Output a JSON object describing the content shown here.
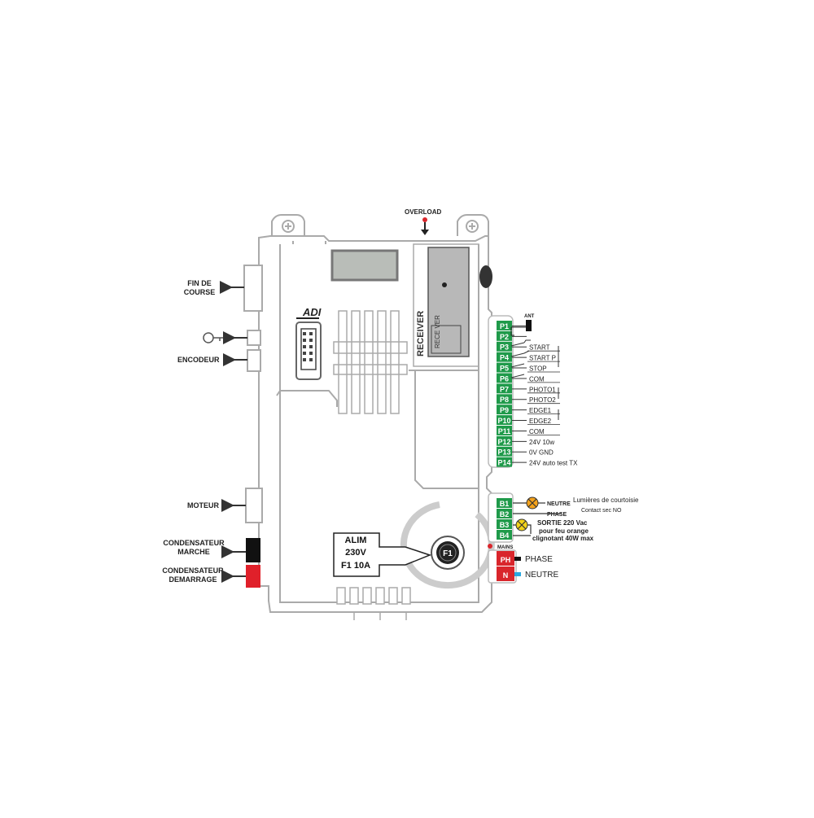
{
  "labels": {
    "overload": "OVERLOAD",
    "fin_de_course_1": "FIN DE",
    "fin_de_course_2": "COURSE",
    "encodeur": "ENCODEUR",
    "moteur": "MOTEUR",
    "cond_marche_1": "CONDENSATEUR",
    "cond_marche_2": "MARCHE",
    "cond_demarrage_1": "CONDENSATEUR",
    "cond_demarrage_2": "DEMARRAGE",
    "brand": "ADI",
    "receiver": "RECEIVER",
    "receiver_module": "RECE VER",
    "alim_1": "ALIM",
    "alim_2": "230V",
    "alim_3": "F1 10A",
    "fuse": "F1",
    "ant": "ANT",
    "mains": "MAINS"
  },
  "terminals_p": [
    {
      "id": "P1",
      "label": ""
    },
    {
      "id": "P2",
      "label": ""
    },
    {
      "id": "P3",
      "label": "START"
    },
    {
      "id": "P4",
      "label": "START P"
    },
    {
      "id": "P5",
      "label": "STOP"
    },
    {
      "id": "P6",
      "label": "COM"
    },
    {
      "id": "P7",
      "label": "PHOTO1"
    },
    {
      "id": "P8",
      "label": "PHOTO2"
    },
    {
      "id": "P9",
      "label": "EDGE1"
    },
    {
      "id": "P10",
      "label": "EDGE2"
    },
    {
      "id": "P11",
      "label": "COM"
    },
    {
      "id": "P12",
      "label": "24V   10w"
    },
    {
      "id": "P13",
      "label": "0V    GND"
    },
    {
      "id": "P14",
      "label": "24V auto test TX"
    }
  ],
  "terminals_b": [
    {
      "id": "B1",
      "label": "NEUTRE"
    },
    {
      "id": "B2",
      "label": "PHASE"
    },
    {
      "id": "B3",
      "label": ""
    },
    {
      "id": "B4",
      "label": ""
    }
  ],
  "b_notes": {
    "lights_1": "Lumières de courtoisie",
    "lights_2": "Contact sec NO",
    "sortie_1": "SORTIE 220 Vac",
    "sortie_2": "pour feu orange",
    "sortie_3": "clignotant 40W max"
  },
  "terminals_mains": [
    {
      "id": "PH",
      "label": "PHASE"
    },
    {
      "id": "N",
      "label": "NEUTRE"
    }
  ],
  "colors": {
    "terminal_green": "#1f9a4a",
    "terminal_red": "#d9262c",
    "neutral_blue": "#29a8e0",
    "capacitor_black": "#111111",
    "capacitor_red": "#e0202a",
    "lamp_orange": "#f4a21c",
    "lamp_yellow": "#f2d21a",
    "receiver_gray": "#b8b8b8",
    "display_gray": "#b9bdb8"
  }
}
